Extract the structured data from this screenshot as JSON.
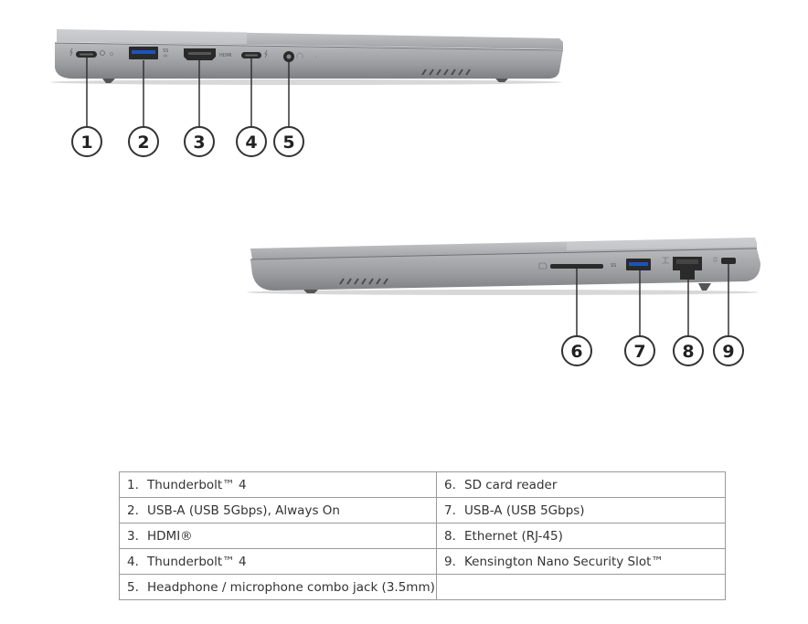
{
  "callouts": {
    "left_side": [
      "1",
      "2",
      "3",
      "4",
      "5"
    ],
    "right_side": [
      "6",
      "7",
      "8",
      "9"
    ]
  },
  "port_labels": {
    "hdmi": "HDMI",
    "usb_ss": "SS"
  },
  "ports_table": {
    "left_column": [
      {
        "num": "1.",
        "label": "Thunderbolt™ 4"
      },
      {
        "num": "2.",
        "label": "USB-A (USB 5Gbps), Always On"
      },
      {
        "num": "3.",
        "label": "HDMI®"
      },
      {
        "num": "4.",
        "label": "Thunderbolt™ 4"
      },
      {
        "num": "5.",
        "label": "Headphone / microphone combo jack (3.5mm)"
      }
    ],
    "right_column": [
      {
        "num": "6.",
        "label": "SD card reader"
      },
      {
        "num": "7.",
        "label": "USB-A (USB 5Gbps)"
      },
      {
        "num": "8.",
        "label": "Ethernet (RJ-45)"
      },
      {
        "num": "9.",
        "label": "Kensington Nano Security Slot™"
      }
    ]
  },
  "colors": {
    "chassis": "#a9abae",
    "chassis_dark": "#8c8e91",
    "port": "#2a2a2a",
    "callout_stroke": "#333333"
  }
}
